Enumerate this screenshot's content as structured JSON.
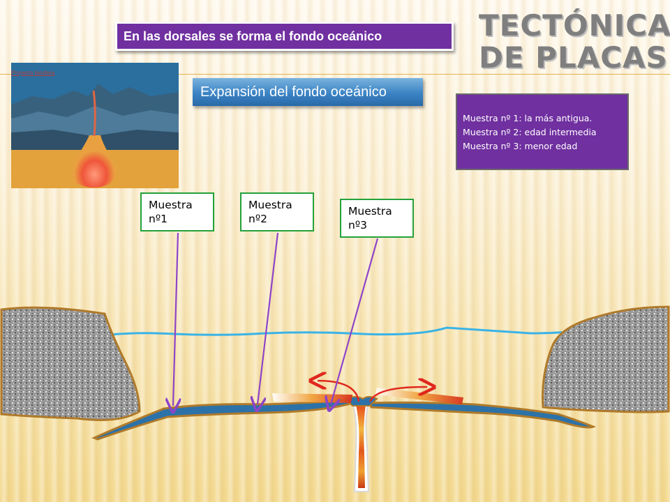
{
  "slide": {
    "title_line1": "TECTÓNICA",
    "title_line2": "DE PLACAS",
    "banner": "En las dorsales se forma el fondo oceánico",
    "subtitle": "Expansión del fondo oceánico",
    "thumbnail_caption": "Proyecto biosfera",
    "legend": [
      "Muestra nº 1: la más antigua.",
      "Muestra nº 2: edad intermedia",
      "Muestra nº 3: menor edad"
    ],
    "samples": [
      {
        "line1": "Muestra",
        "line2": "nº1"
      },
      {
        "line1": "Muestra",
        "line2": "nº2"
      },
      {
        "line1": "Muestra",
        "line2": "nº3"
      }
    ]
  },
  "colors": {
    "purple": "#7030a0",
    "blue": "#3b83c4",
    "green_border": "#23a23a",
    "arrow_purple": "#8e44c8",
    "arrow_red": "#e0281e",
    "water": "#3ab3e6",
    "crust": "#2c72a8",
    "rock_outline": "#b07a2a"
  }
}
